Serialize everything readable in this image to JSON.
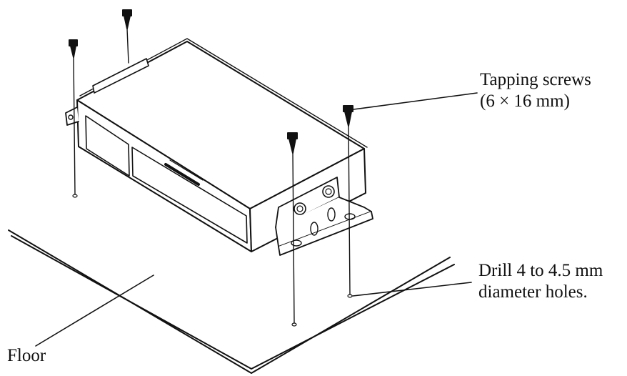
{
  "labels": {
    "tapping_screws_line1": "Tapping screws",
    "tapping_screws_line2": "(6 × 16 mm)",
    "drill_line1": "Drill 4 to 4.5 mm",
    "drill_line2": "diameter holes.",
    "floor": "Floor"
  },
  "colors": {
    "ink": "#111111",
    "paper": "#ffffff"
  }
}
